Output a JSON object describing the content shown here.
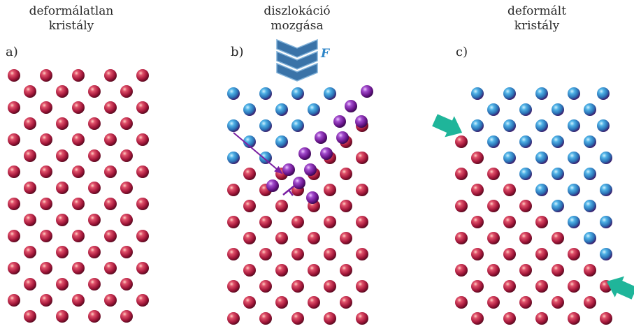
{
  "panels": [
    {
      "label": "a)",
      "title": "deformálatlan\nkristály"
    },
    {
      "label": "b)",
      "title": "diszlokáció\nmozgása"
    },
    {
      "label": "c)",
      "title": "deformált\nkristály"
    }
  ],
  "force_label": "F",
  "colors": {
    "red_atom": "#b01a3c",
    "blue_atom": "#2f86c8",
    "purple_atom": "#7a1ea0",
    "chevron": "#3a73a8",
    "arrow_green": "#1fb59a",
    "dislocation_arrow": "#7a1fa2"
  }
}
